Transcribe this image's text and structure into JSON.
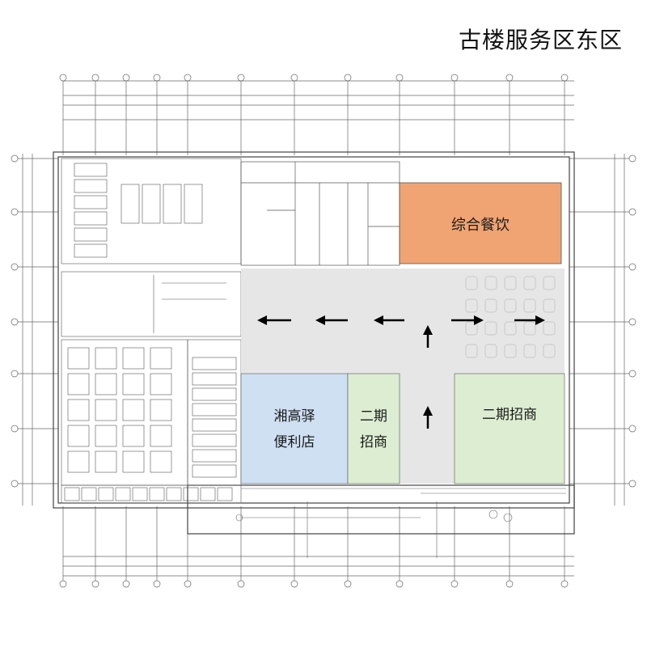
{
  "title": "古楼服务区东区",
  "zones": [
    {
      "id": "dining",
      "label_lines": [
        "综合餐饮"
      ],
      "color": "#f0a473"
    },
    {
      "id": "store",
      "label_lines": [
        "湘高驿",
        "便利店"
      ],
      "color": "#cfe0f3"
    },
    {
      "id": "phase2a",
      "label_lines": [
        "二期",
        "招商"
      ],
      "color": "#dcedd2"
    },
    {
      "id": "phase2b",
      "label_lines": [
        "二期招商"
      ],
      "color": "#dcedd2"
    },
    {
      "id": "corridor",
      "label_lines": [],
      "color": "#e6e6e6"
    }
  ],
  "line_color": "#555555",
  "arrow_color": "#000000"
}
